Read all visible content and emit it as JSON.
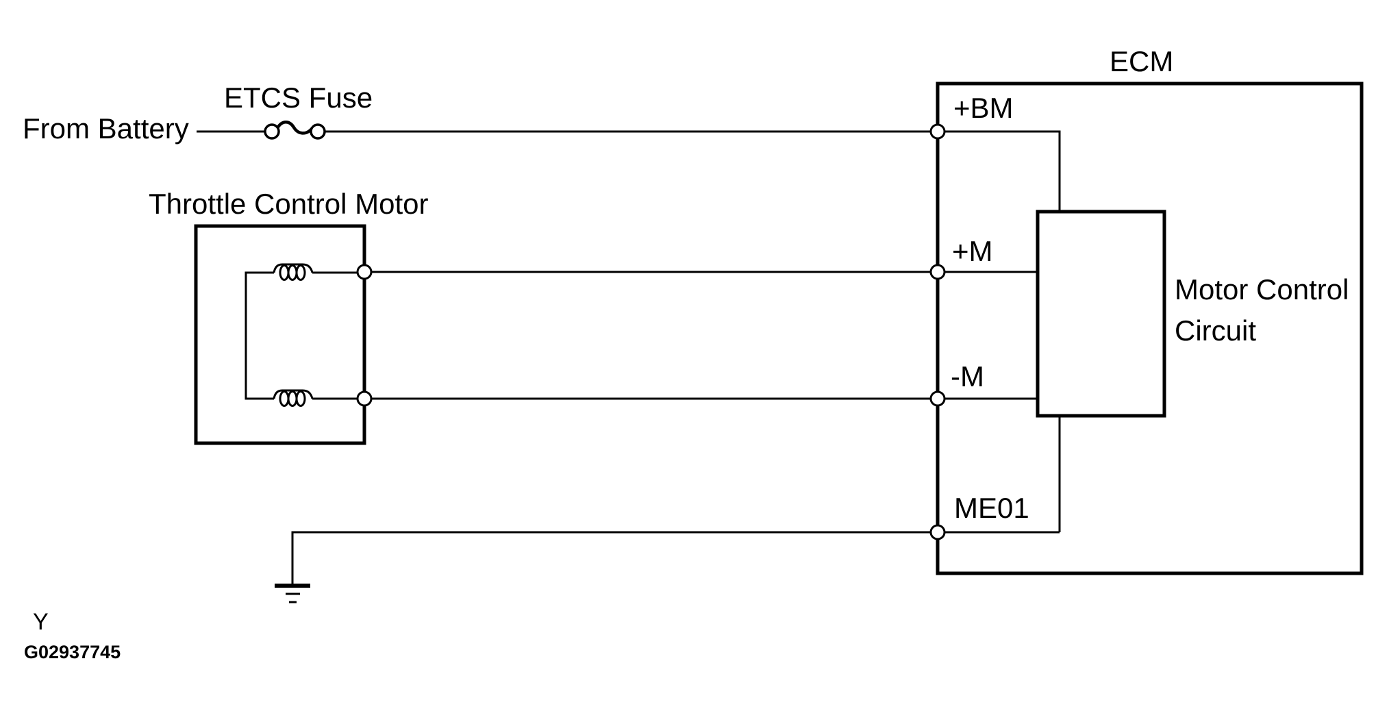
{
  "diagram": {
    "title": "ECM",
    "labels": {
      "from_battery": "From Battery",
      "etcs_fuse": "ETCS Fuse",
      "throttle_control_motor": "Throttle Control Motor",
      "ecm": "ECM",
      "pin_bm": "+BM",
      "pin_m_plus": "+M",
      "pin_m_minus": "-M",
      "pin_me01": "ME01",
      "motor_control_circuit": "Motor Control Circuit"
    },
    "footer": {
      "page_code": "Y",
      "figure_id": "G02937745"
    },
    "colors": {
      "line": "#000000",
      "background": "#ffffff"
    }
  }
}
